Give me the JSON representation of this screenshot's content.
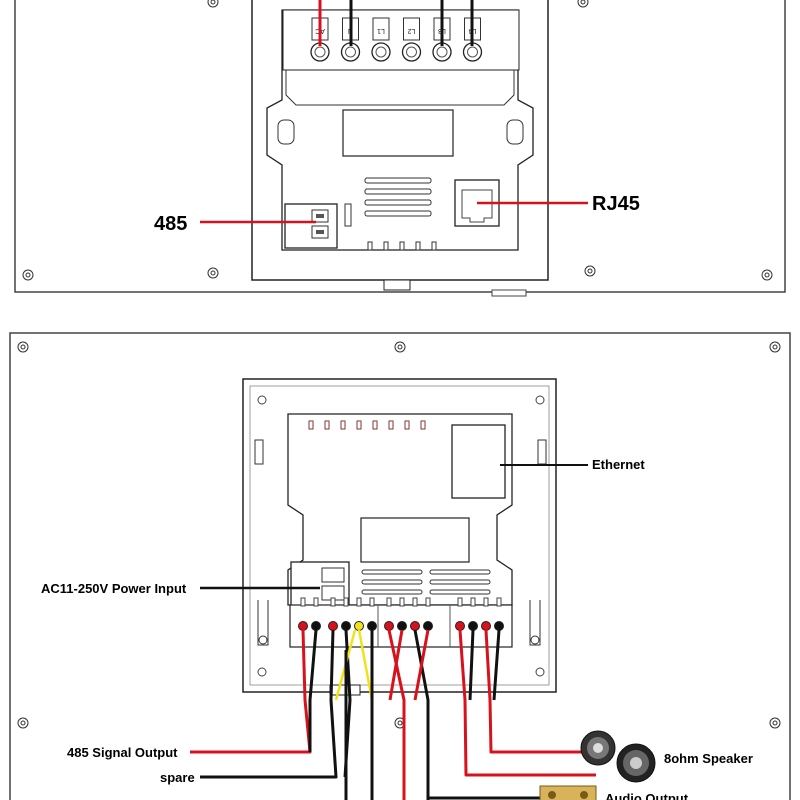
{
  "top_panel": {
    "terminal_labels": [
      "AC",
      "N",
      "L1",
      "L2",
      "L3",
      "L4"
    ],
    "label_485": "485",
    "label_rj45": "RJ45"
  },
  "bottom_panel": {
    "label_ethernet": "Ethernet",
    "label_power_input": "AC11-250V Power Input",
    "label_485_signal_output": "485 Signal Output",
    "label_spare": "spare",
    "label_speaker": "8ohm Speaker",
    "label_audio_output": "Audio Output"
  },
  "colors": {
    "wire_red": "#d8121c",
    "wire_black": "#111111",
    "wire_yellow": "#f2e21a",
    "outline": "#333333"
  }
}
